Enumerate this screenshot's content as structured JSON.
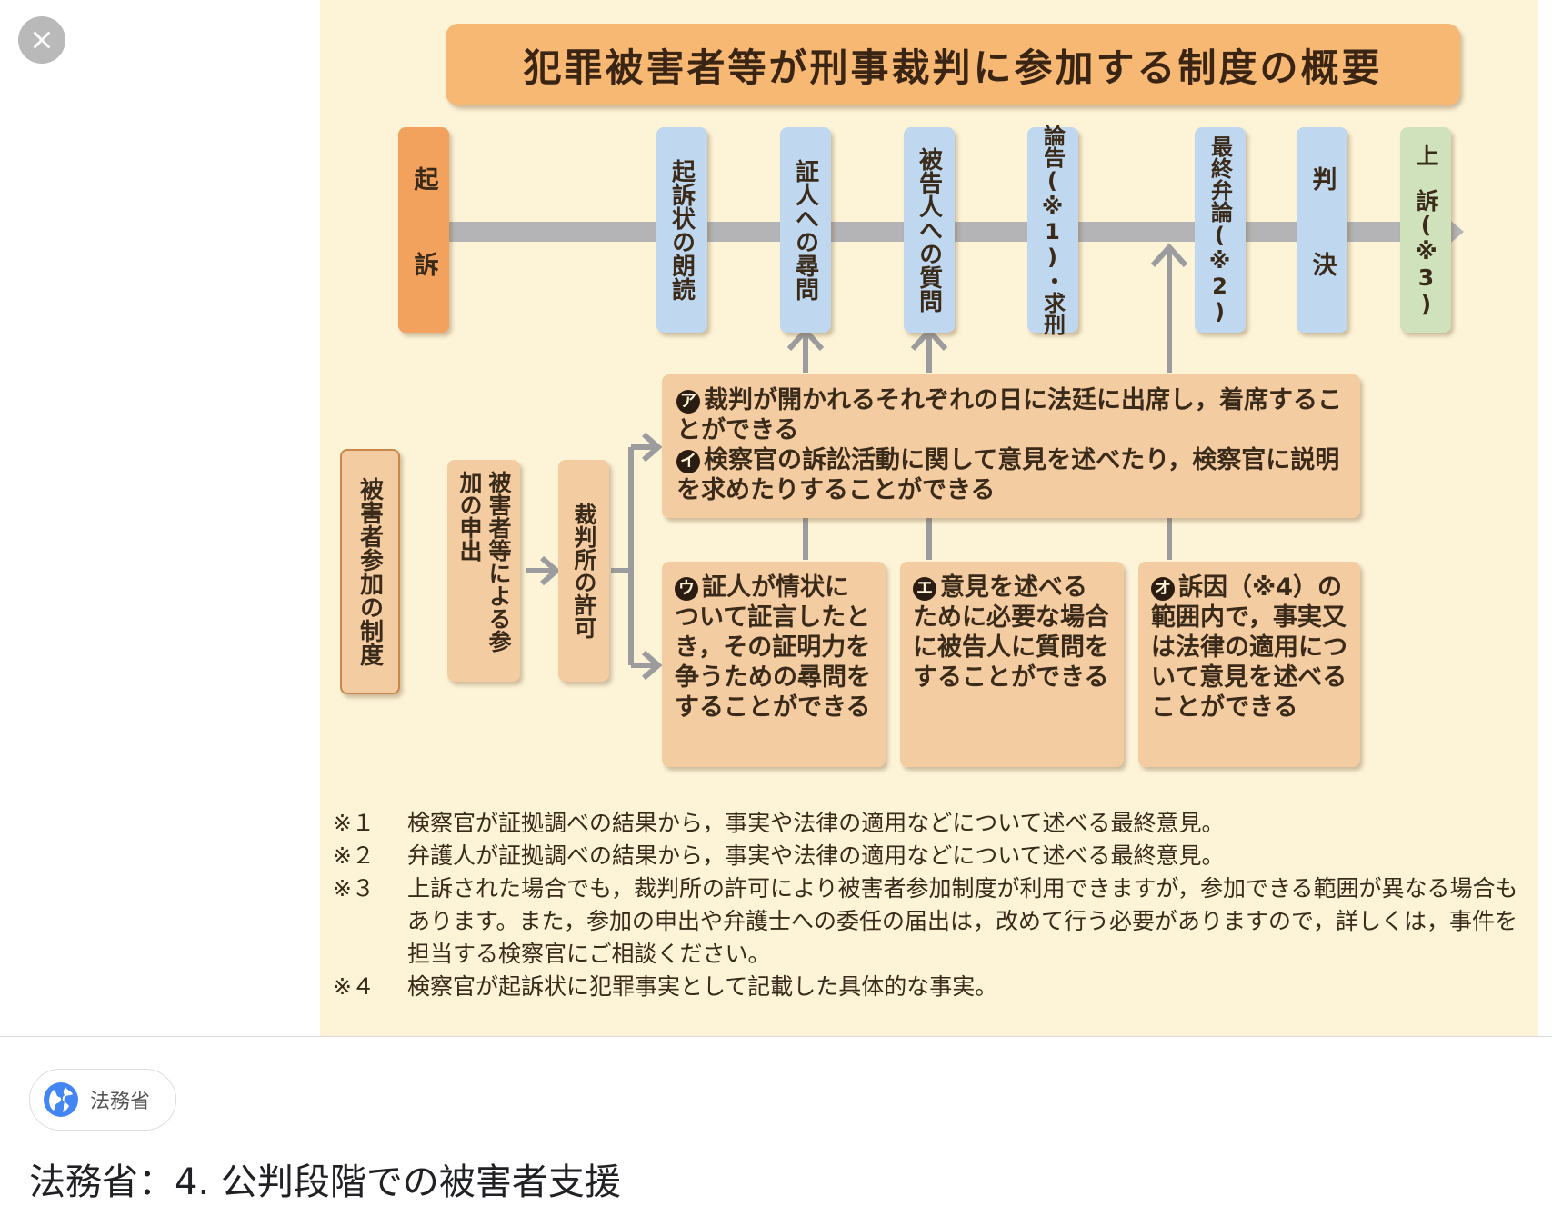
{
  "viewer": {
    "close_icon": "close-icon"
  },
  "figure": {
    "title": "犯罪被害者等が刑事裁判に参加する制度の概要",
    "timeline": [
      {
        "label": "起　訴",
        "color": "#f3a25d"
      },
      {
        "label": "起訴状の朗読",
        "color": "#bfd7ef"
      },
      {
        "label": "証人への尋問",
        "color": "#bfd7ef"
      },
      {
        "label": "被告人への質問",
        "color": "#bfd7ef"
      },
      {
        "label": "論告(※1)・求刑",
        "color": "#bfd7ef"
      },
      {
        "label": "最終弁論(※2)",
        "color": "#bfd7ef"
      },
      {
        "label": "判　決",
        "color": "#bfd7ef"
      },
      {
        "label": "上　訴(※3)",
        "color": "#cfe2bb"
      }
    ],
    "process": {
      "system": "被害者参加の制度",
      "application": "被害者等による参加の申出",
      "permission": "裁判所の許可"
    },
    "rights_top": [
      {
        "mark": "ア",
        "text": "裁判が開かれるそれぞれの日に法廷に出席し，着席することができる"
      },
      {
        "mark": "イ",
        "text": "検察官の訴訟活動に関して意見を述べたり，検察官に説明を求めたりすることができる"
      }
    ],
    "rights_bottom": [
      {
        "mark": "ウ",
        "text": "証人が情状について証言したとき，その証明力を争うための尋問をすることができる"
      },
      {
        "mark": "エ",
        "text": "意見を述べるために必要な場合に被告人に質問をすることができる"
      },
      {
        "mark": "オ",
        "text": "訴因（※4）の範囲内で，事実又は法律の適用について意見を述べることができる"
      }
    ],
    "footnotes": [
      {
        "mark": "※１",
        "text": "検察官が証拠調べの結果から，事実や法律の適用などについて述べる最終意見。"
      },
      {
        "mark": "※２",
        "text": "弁護人が証拠調べの結果から，事実や法律の適用などについて述べる最終意見。"
      },
      {
        "mark": "※３",
        "text": "上訴された場合でも，裁判所の許可により被害者参加制度が利用できますが，参加できる範囲が異なる場合もあります。また，参加の申出や弁護士への委任の届出は，改めて行う必要がありますので，詳しくは，事件を担当する検察官にご相談ください。"
      },
      {
        "mark": "※４",
        "text": "検察官が起訴状に犯罪事実として記載した具体的な事実。"
      }
    ]
  },
  "source": {
    "name": "法務省",
    "icon": "globe-icon"
  },
  "caption": "法務省：4. 公判段階での被害者支援"
}
